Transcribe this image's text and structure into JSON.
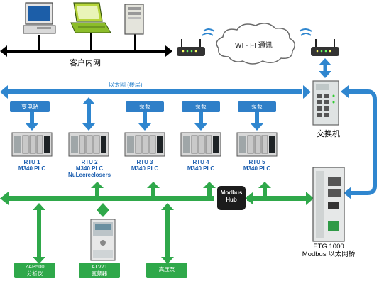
{
  "customer_net_label": "客户内网",
  "wifi_label": "WI - FI 通讯",
  "ethernet_label": "以太网 (楼层)",
  "switch_label": "交换机",
  "hub_label_1": "Modbus",
  "hub_label_2": "Hub",
  "bridge_label_1": "ETG 1000",
  "bridge_label_2": "Modbus 以太网桥",
  "colors": {
    "blue_bus": "#2f86cf",
    "green_bus": "#2fa84a",
    "tag_blue": "#2f7fc8"
  },
  "stations": [
    {
      "tag": "变电站",
      "name_1": "RTU 1",
      "name_2": "M340 PLC",
      "name_3": ""
    },
    {
      "tag": "",
      "name_1": "RTU 2",
      "name_2": "M340 PLC",
      "name_3": "NuLecreclosers"
    },
    {
      "tag": "泵泵",
      "name_1": "RTU 3",
      "name_2": "M340 PLC",
      "name_3": ""
    },
    {
      "tag": "泵泵",
      "name_1": "RTU 4",
      "name_2": "M340 PLC",
      "name_3": ""
    },
    {
      "tag": "泵泵",
      "name_1": "RTU 5",
      "name_2": "M340 PLC",
      "name_3": ""
    }
  ],
  "field_devices": [
    {
      "line_1": "ZAP500",
      "line_2": "分析仪"
    },
    {
      "line_1": "ATV71",
      "line_2": "变频器"
    },
    {
      "line_1": "高压泵",
      "line_2": ""
    }
  ]
}
